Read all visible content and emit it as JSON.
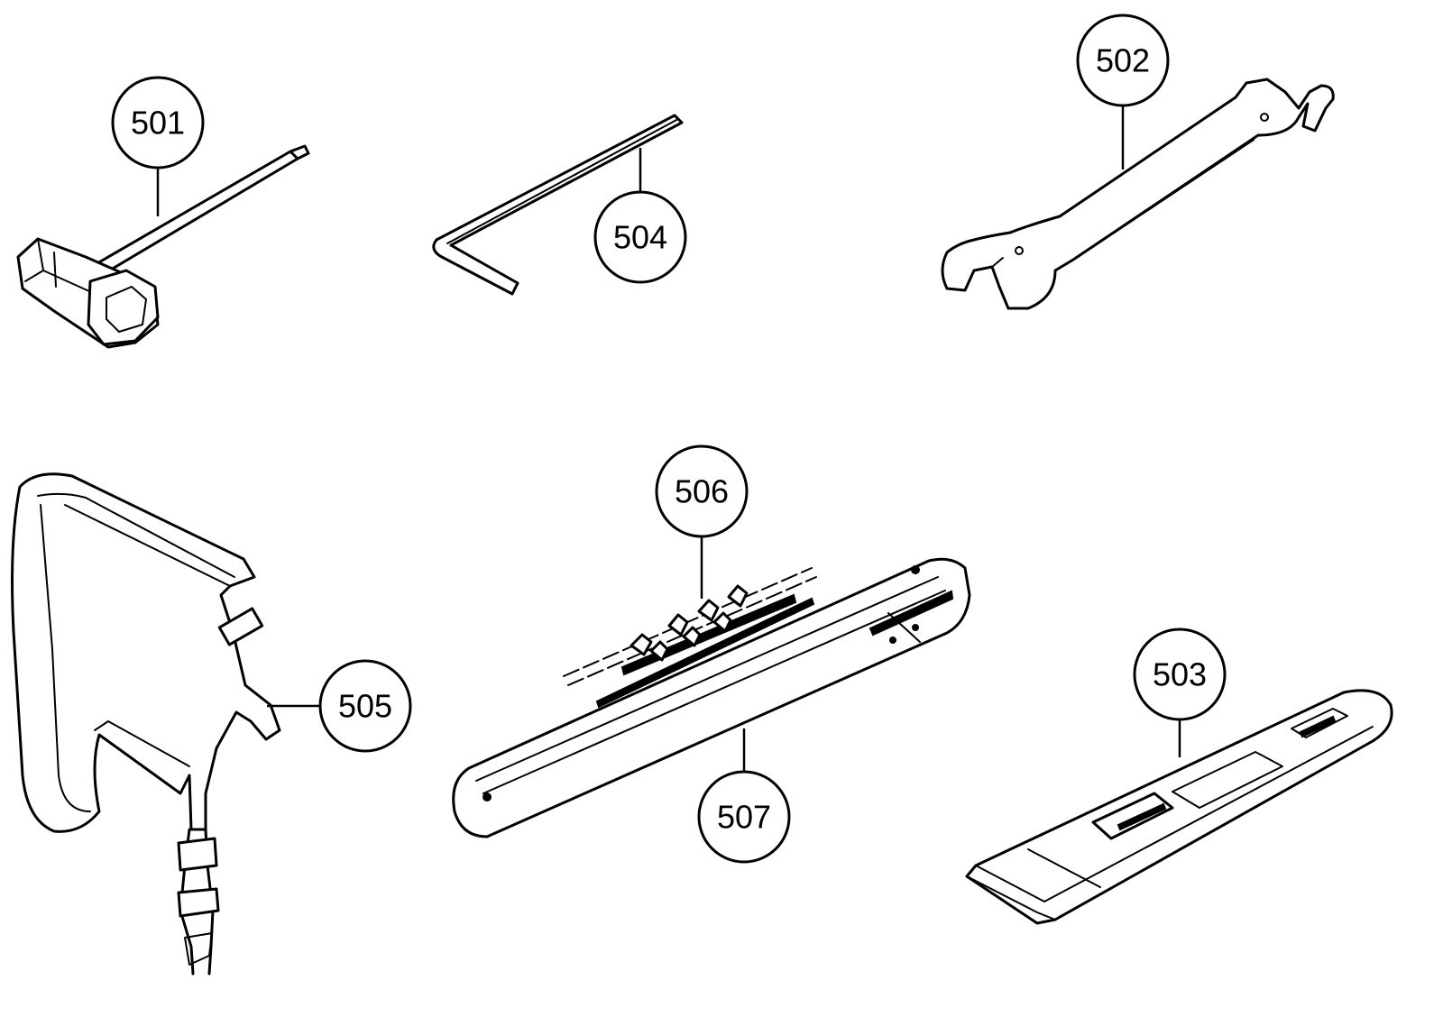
{
  "colors": {
    "background": "#ffffff",
    "ink": "#000000"
  },
  "parts": [
    {
      "id": "501",
      "label": "501",
      "icon": "spark-plug-wrench-icon"
    },
    {
      "id": "502",
      "label": "502",
      "icon": "open-end-wrench-icon"
    },
    {
      "id": "503",
      "label": "503",
      "icon": "guide-bar-cover-icon"
    },
    {
      "id": "504",
      "label": "504",
      "icon": "hex-key-icon"
    },
    {
      "id": "505",
      "label": "505",
      "icon": "shoulder-harness-icon"
    },
    {
      "id": "506",
      "label": "506",
      "icon": "saw-chain-icon"
    },
    {
      "id": "507",
      "label": "507",
      "icon": "guide-bar-icon"
    }
  ]
}
